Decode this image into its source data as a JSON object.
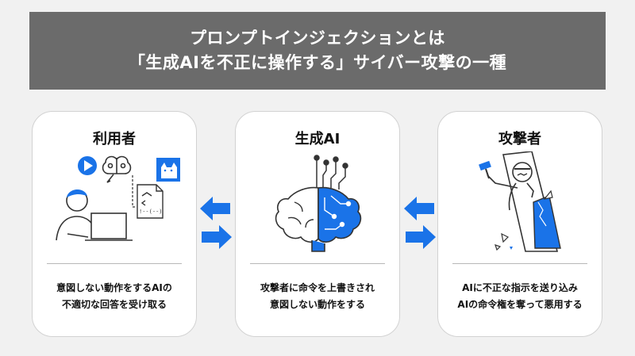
{
  "header": {
    "line1": "プロンプトインジェクションとは",
    "line2": "「生成AIを不正に操作する」サイバー攻撃の一種"
  },
  "cards": [
    {
      "title": "利用者",
      "desc": [
        "意図しない動作をするAIの",
        "不適切な回答を受け取る"
      ]
    },
    {
      "title": "生成AI",
      "desc": [
        "攻撃者に命令を上書きされ",
        "意図しない動作をする"
      ]
    },
    {
      "title": "攻撃者",
      "desc": [
        "AIに不正な指示を送り込み",
        "AIの命令権を奪って悪用する"
      ]
    }
  ],
  "illustrations": [
    {
      "icon": "user-at-laptop-icon",
      "detail_icons": [
        "play-icon",
        "brain-icon",
        "cat-image-icon",
        "code-document-icon"
      ],
      "code_text": "!--(--)"
    },
    {
      "icon": "ai-brain-circuit-icon"
    },
    {
      "icon": "attacker-breaking-window-icon"
    }
  ],
  "colors": {
    "banner": "#6b6b6b",
    "accent": "#1a73e8",
    "background": "#f1f1f1"
  }
}
